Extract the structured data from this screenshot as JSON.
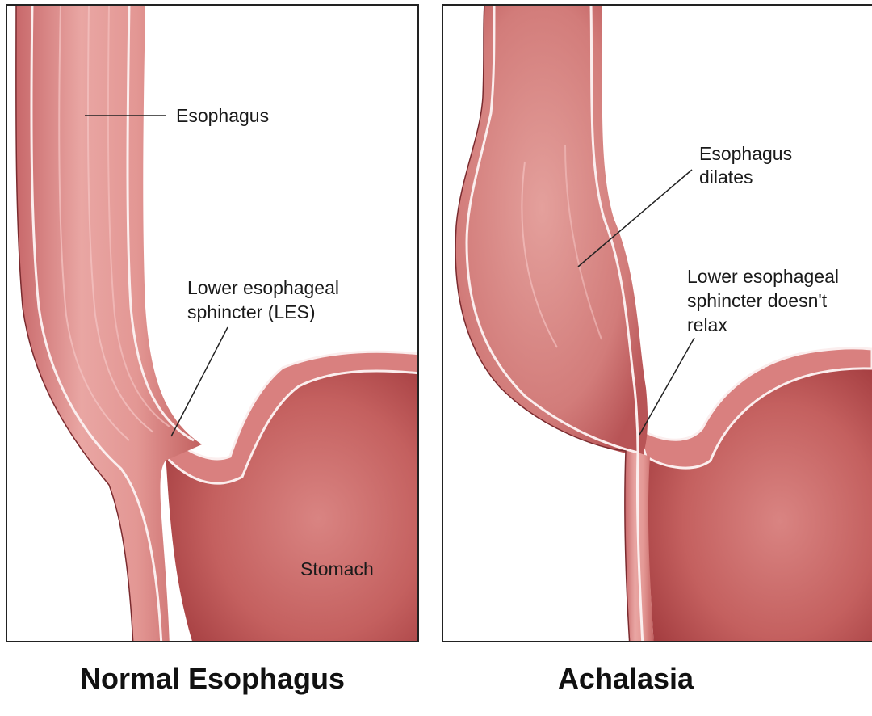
{
  "panels": {
    "normal": {
      "caption": "Normal Esophagus",
      "labels": {
        "esophagus": "Esophagus",
        "les_line1": "Lower esophageal",
        "les_line2": "sphincter (LES)",
        "stomach": "Stomach"
      }
    },
    "achalasia": {
      "caption": "Achalasia",
      "labels": {
        "dilates_line1": "Esophagus",
        "dilates_line2": "dilates",
        "les_line1": "Lower esophageal",
        "les_line2": "sphincter doesn't",
        "les_line3": "relax"
      }
    }
  },
  "colors": {
    "tissue_light": "#e9a2a0",
    "tissue_mid": "#d9807f",
    "tissue_dark": "#b24a4c",
    "stomach_inner": "#c0595b",
    "wall_line": "#fbeeee",
    "panel_border": "#222222"
  }
}
